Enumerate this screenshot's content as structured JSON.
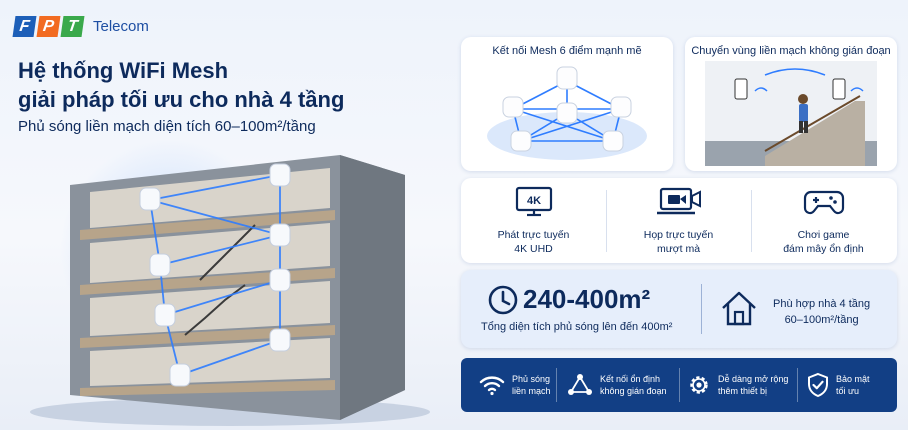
{
  "brand": {
    "logo_letters": [
      "F",
      "P",
      "T"
    ],
    "logo_colors": [
      "#1d5fb8",
      "#f26b21",
      "#3aa94b"
    ],
    "name": "Telecom"
  },
  "hero": {
    "title_line1": "Hệ thống WiFi Mesh",
    "title_line2": "giải pháp tối ưu cho nhà 4 tầng",
    "subtitle": "Phủ sóng liền mạch diện tích 60–100m²/tầng"
  },
  "cards": {
    "mesh_title": "Kết nối Mesh 6 điểm mạnh mẽ",
    "roam_title": "Chuyển vùng liền mạch không gián đoạn"
  },
  "features": [
    {
      "icon": "monitor-4k-icon",
      "badge": "4K",
      "line1": "Phát trực tuyến",
      "line2": "4K UHD"
    },
    {
      "icon": "laptop-video-icon",
      "line1": "Họp trực tuyến",
      "line2": "mượt mà"
    },
    {
      "icon": "gamepad-icon",
      "line1": "Chơi game",
      "line2": "đám mây ổn định"
    }
  ],
  "coverage": {
    "value": "240-400m²",
    "description": "Tổng diện tích phủ sóng lên đến 400m²",
    "fit_line1": "Phù hợp nhà 4 tầng",
    "fit_line2": "60–100m²/tầng"
  },
  "bottom_bar": [
    {
      "icon": "wifi-icon",
      "line1": "Phủ sóng",
      "line2": "liền mạch"
    },
    {
      "icon": "network-icon",
      "line1": "Kết nối ổn định",
      "line2": "không gián đoạn"
    },
    {
      "icon": "gear-icon",
      "line1": "Dễ dàng mở rộng",
      "line2": "thêm thiết bị"
    },
    {
      "icon": "shield-check-icon",
      "line1": "Bảo mật",
      "line2": "tối ưu"
    }
  ],
  "colors": {
    "navy": "#0d2a5c",
    "accent_blue": "#1e6fe0",
    "bar_bg": "#123f85"
  }
}
